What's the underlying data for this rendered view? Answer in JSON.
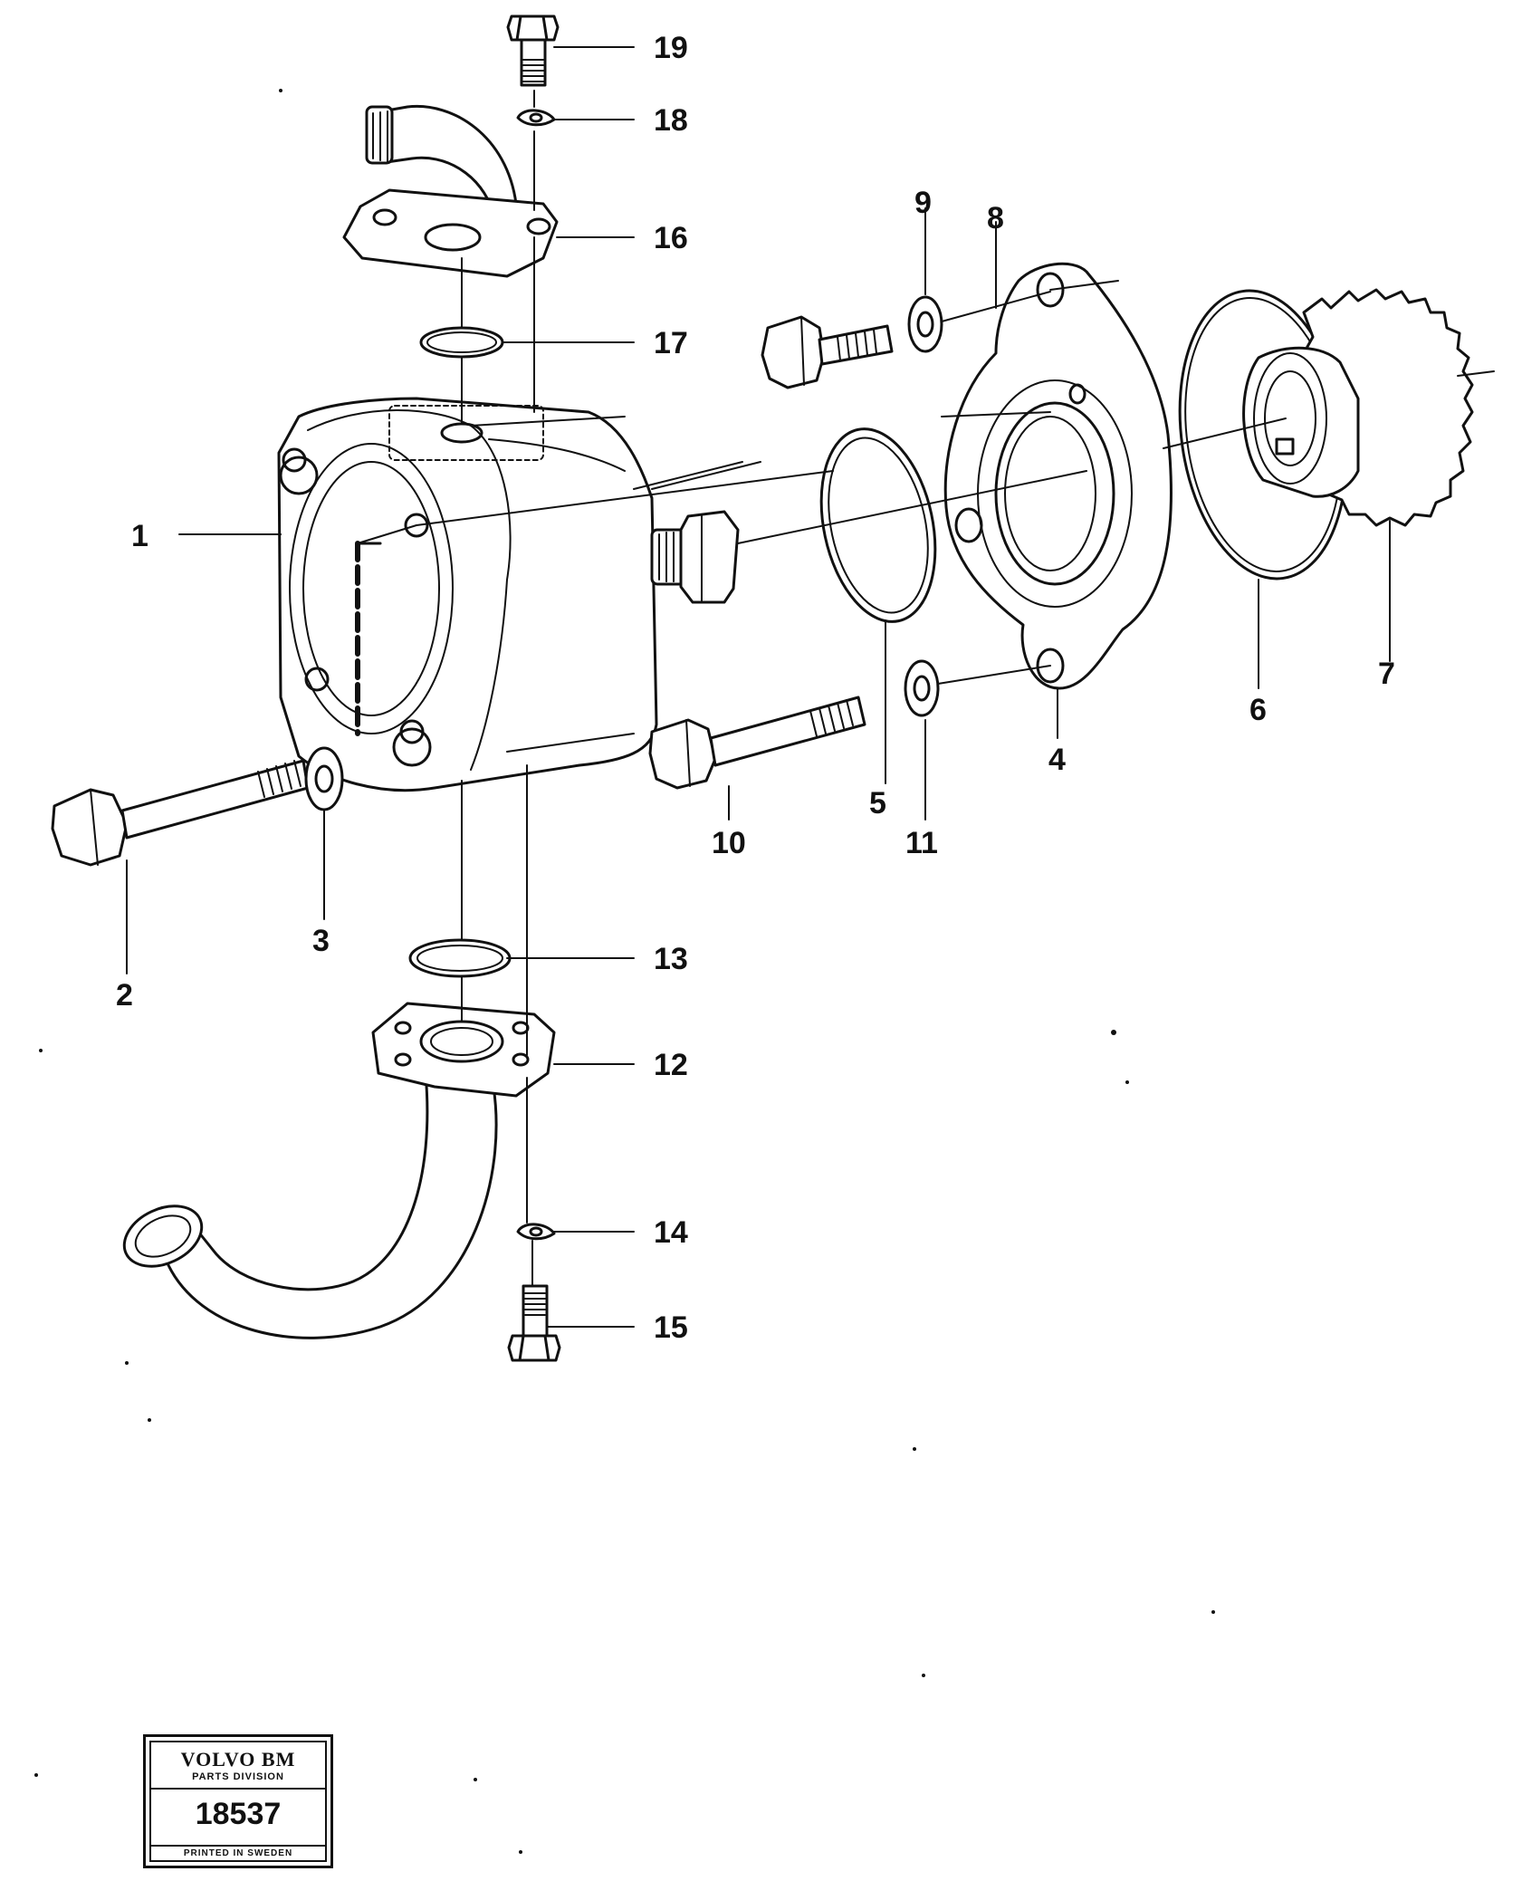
{
  "diagram": {
    "callouts": [
      "1",
      "2",
      "3",
      "4",
      "5",
      "6",
      "7",
      "8",
      "9",
      "10",
      "11",
      "12",
      "13",
      "14",
      "15",
      "16",
      "17",
      "18",
      "19"
    ]
  },
  "stamp": {
    "brand": "VOLVO BM",
    "division": "PARTS DIVISION",
    "number": "18537",
    "footer": "PRINTED IN SWEDEN"
  }
}
